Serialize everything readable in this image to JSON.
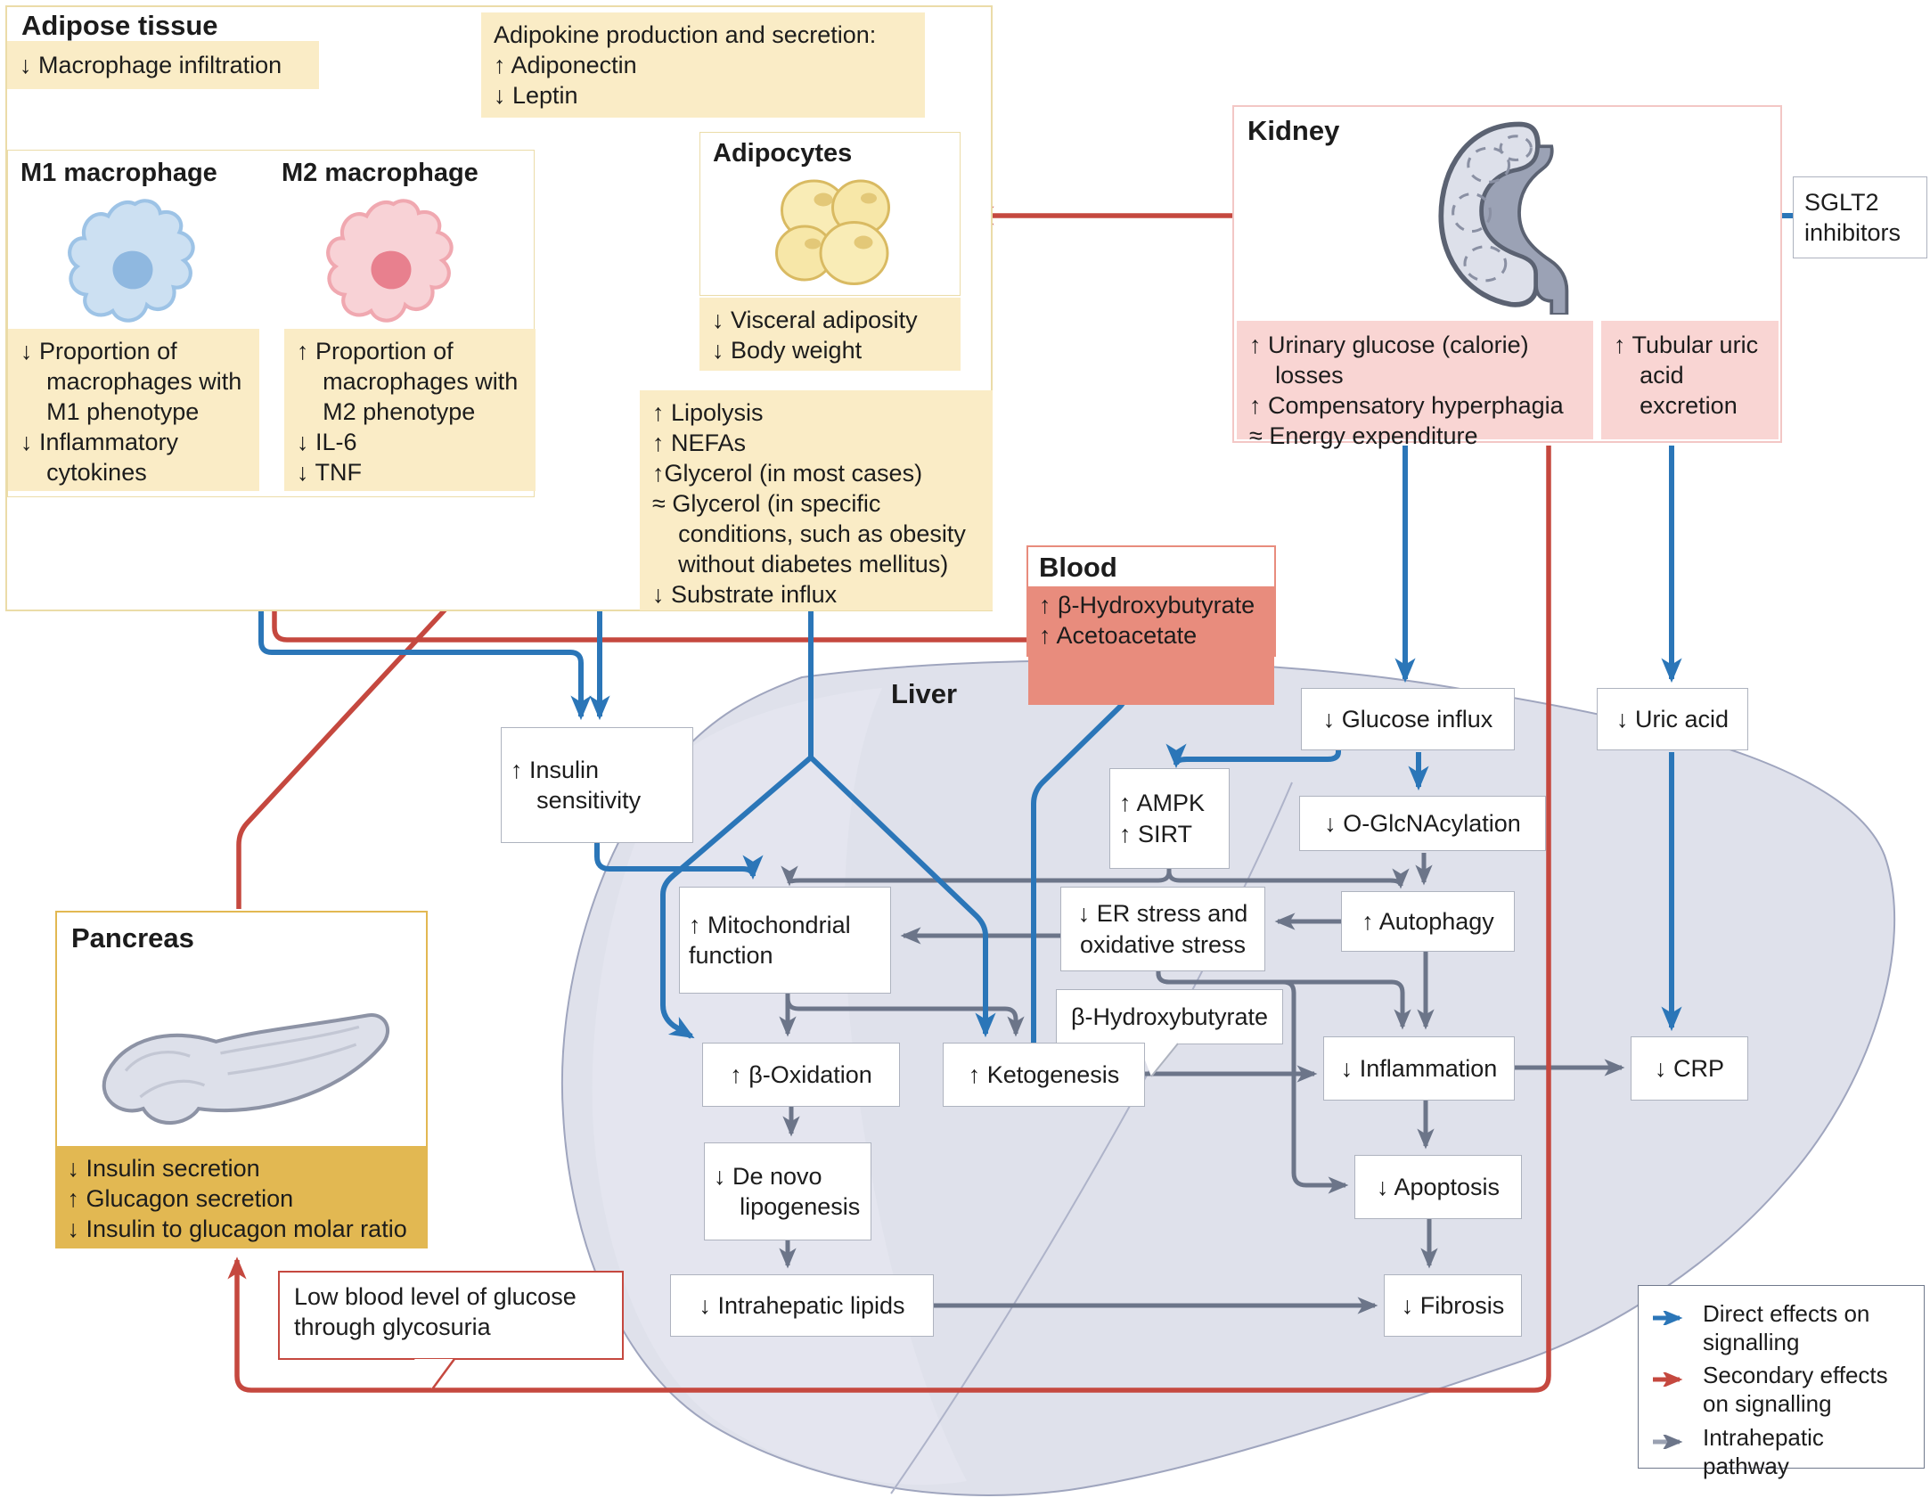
{
  "colors": {
    "direct": "#2B76B8",
    "secondary": "#C5483F",
    "intrahepatic": "#6C7589",
    "yellow": "#FAECC6",
    "yellowborder": "#EBDCA8",
    "pink": "#F9D5D3",
    "pinkborder": "#F3C7C5",
    "salmon": "#E88C7D",
    "gold": "#E2B852",
    "liver": "#DFE1EB",
    "boxborder": "#AEB3BF"
  },
  "adipose": {
    "title": "Adipose tissue",
    "mac_infiltration": "↓ Macrophage infiltration",
    "adipokine": [
      "Adipokine production and secretion:",
      "↑ Adiponectin",
      "↓ Leptin"
    ],
    "m1_title": "M1 macrophage",
    "m2_title": "M2 macrophage",
    "m1_effects": [
      "↓ Proportion of macrophages with M1 phenotype",
      "↓ Inflammatory cytokines"
    ],
    "m2_effects": [
      "↑ Proportion of macrophages with M2 phenotype",
      "↓ IL-6",
      "↓ TNF"
    ],
    "adipocytes_title": "Adipocytes",
    "adipocyte_effects": [
      "↓ Visceral adiposity",
      "↓ Body weight"
    ],
    "lipolysis_effects": [
      "↑ Lipolysis",
      "↑ NEFAs",
      "↑Glycerol (in most cases)",
      "≈ Glycerol (in specific conditions, such as obesity without diabetes mellitus)",
      "↓ Substrate influx"
    ]
  },
  "kidney": {
    "title": "Kidney",
    "left_effects": [
      "↑ Urinary glucose (calorie) losses",
      "↑ Compensatory hyperphagia",
      "≈ Energy expenditure"
    ],
    "right_effects": [
      "↑ Tubular uric acid excretion"
    ]
  },
  "sglt2": {
    "label": "SGLT2 inhibitors"
  },
  "blood": {
    "title": "Blood",
    "effects": [
      "↑ β-Hydroxybutyrate",
      "↑ Acetoacetate"
    ]
  },
  "liver": {
    "title": "Liver",
    "insulin_sensitivity": "↑ Insulin sensitivity",
    "glucose_influx": "↓ Glucose influx",
    "uric_acid": "↓ Uric acid",
    "ampk": [
      "↑ AMPK",
      "↑ SIRT"
    ],
    "oglcnac": "↓ O-GlcNAcylation",
    "er_stress": "↓ ER stress and oxidative stress",
    "autophagy": "↑ Autophagy",
    "mitochondrial": "↑ Mitochondrial function",
    "bhb": "β-Hydroxybutyrate",
    "beta_oxidation": "↑ β-Oxidation",
    "ketogenesis": "↑ Ketogenesis",
    "inflammation": "↓ Inflammation",
    "crp": "↓ CRP",
    "de_novo": "↓ De novo lipogenesis",
    "apoptosis": "↓ Apoptosis",
    "intrahepatic_lipids": "↓ Intrahepatic lipids",
    "fibrosis": "↓ Fibrosis"
  },
  "pancreas": {
    "title": "Pancreas",
    "effects": [
      "↓ Insulin secretion",
      "↑ Glucagon secretion",
      "↓ Insulin to glucagon molar ratio"
    ]
  },
  "callout": {
    "text": "Low blood level of glucose through glycosuria"
  },
  "legend": {
    "items": [
      {
        "key": "direct",
        "label": "Direct effects on signalling"
      },
      {
        "key": "secondary",
        "label": "Secondary effects on signalling"
      },
      {
        "key": "intrahepatic",
        "label": "Intrahepatic pathway"
      }
    ]
  }
}
